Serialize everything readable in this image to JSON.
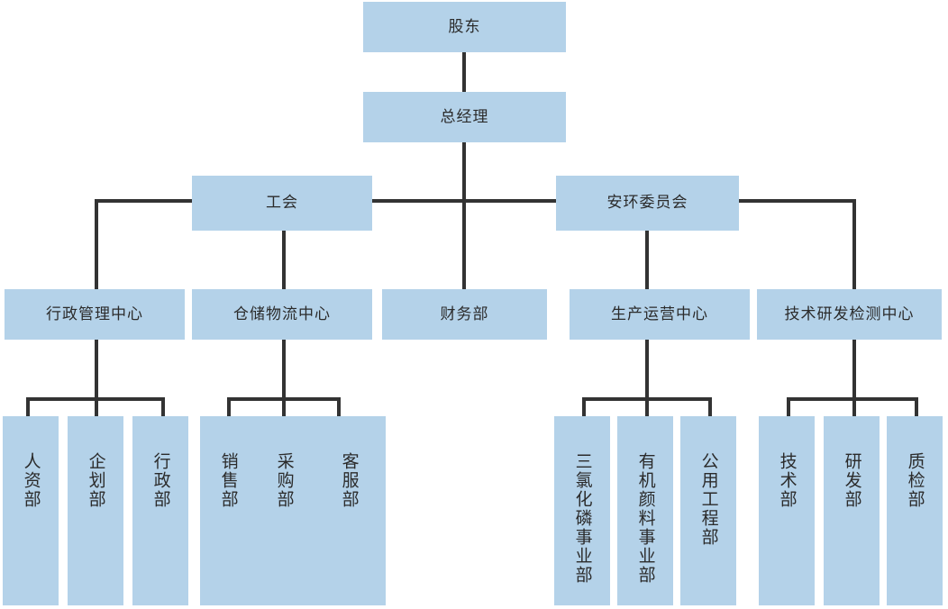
{
  "chart_title": "",
  "colors": {
    "node_fill": "#b4d2e9",
    "line": "#333333",
    "text": "#2b2b2b",
    "background": "#ffffff"
  },
  "chart_data": {
    "type": "diagram",
    "diagram_type": "organizational-chart",
    "orientation": "top-down",
    "levels": 4,
    "nodes": [
      {
        "id": "shareholder",
        "label": "股东",
        "level": 1,
        "parent": null
      },
      {
        "id": "gm",
        "label": "总经理",
        "level": 2,
        "parent": "shareholder"
      },
      {
        "id": "union",
        "label": "工会",
        "level": 3,
        "parent": "gm"
      },
      {
        "id": "safety",
        "label": "安环委员会",
        "level": 3,
        "parent": "gm"
      },
      {
        "id": "admin_center",
        "label": "行政管理中心",
        "level": 4,
        "parent": "union"
      },
      {
        "id": "logistics",
        "label": "仓储物流中心",
        "level": 4,
        "parent": "union"
      },
      {
        "id": "finance",
        "label": "财务部",
        "level": 4,
        "parent": "gm"
      },
      {
        "id": "production",
        "label": "生产运营中心",
        "level": 4,
        "parent": "safety"
      },
      {
        "id": "rnd_center",
        "label": "技术研发检测中心",
        "level": 4,
        "parent": "safety"
      },
      {
        "id": "hr",
        "label": "人资部",
        "level": 5,
        "parent": "admin_center"
      },
      {
        "id": "planning",
        "label": "企划部",
        "level": 5,
        "parent": "admin_center"
      },
      {
        "id": "administration",
        "label": "行政部",
        "level": 5,
        "parent": "admin_center"
      },
      {
        "id": "sales",
        "label": "销售部",
        "level": 5,
        "parent": "logistics"
      },
      {
        "id": "purchasing",
        "label": "采购部",
        "level": 5,
        "parent": "logistics"
      },
      {
        "id": "customer",
        "label": "客服部",
        "level": 5,
        "parent": "logistics"
      },
      {
        "id": "pcl3",
        "label": "三氯化磷事业部",
        "level": 5,
        "parent": "production"
      },
      {
        "id": "pigment",
        "label": "有机颜料事业部",
        "level": 5,
        "parent": "production"
      },
      {
        "id": "utilities",
        "label": "公用工程部",
        "level": 5,
        "parent": "production"
      },
      {
        "id": "tech",
        "label": "技术部",
        "level": 5,
        "parent": "rnd_center"
      },
      {
        "id": "rnd",
        "label": "研发部",
        "level": 5,
        "parent": "rnd_center"
      },
      {
        "id": "qc",
        "label": "质检部",
        "level": 5,
        "parent": "rnd_center"
      }
    ]
  },
  "tier1": {
    "shareholder": "股东",
    "general_manager": "总经理"
  },
  "tier2": {
    "union": "工会",
    "safety_committee": "安环委员会"
  },
  "tier3": {
    "admin_center": "行政管理中心",
    "logistics_center": "仓储物流中心",
    "finance_dept": "财务部",
    "production_center": "生产运营中心",
    "rnd_center": "技术研发检测中心"
  },
  "tier4": {
    "hr_dept": "人资部",
    "planning_dept": "企划部",
    "administration_dept": "行政部",
    "sales_dept": "销售部",
    "purchasing_dept": "采购部",
    "customer_service_dept": "客服部",
    "pcl3_division": "三氯化磷事业部",
    "organic_pigment_division": "有机颜料事业部",
    "utilities_engineering_dept": "公用工程部",
    "technology_dept": "技术部",
    "rnd_dept": "研发部",
    "quality_inspection_dept": "质检部"
  }
}
